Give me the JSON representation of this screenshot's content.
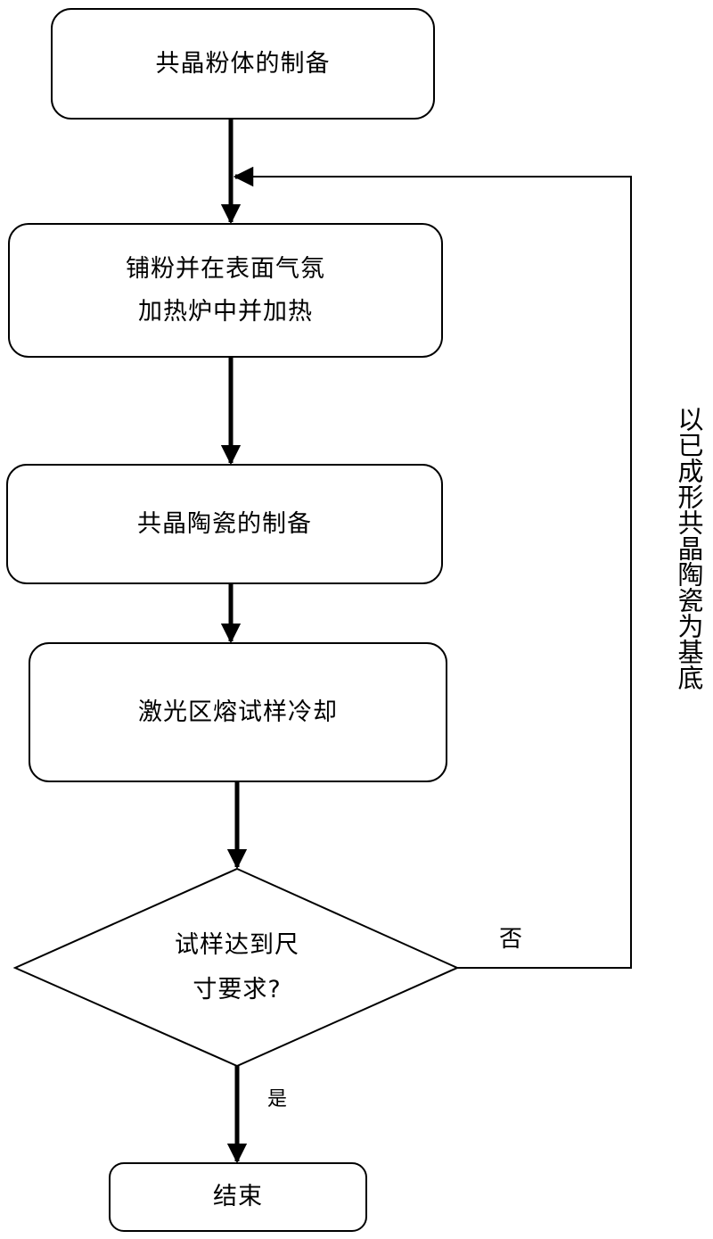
{
  "steps": {
    "powder_prep": "共晶粉体的制备",
    "spread_line1": "铺粉并在表面气氛",
    "spread_line2": "加热炉中并加热",
    "ceramic_prep": "共晶陶瓷的制备",
    "laser_cool": "激光区熔试样冷却",
    "decision_line1": "试样达到尺",
    "decision_line2": "寸要求?",
    "end": "结束"
  },
  "branch_labels": {
    "no": "否",
    "yes": "是"
  },
  "loop_label": "以已成形共晶陶瓷为基底",
  "colors": {
    "line": "#000000",
    "background": "#ffffff"
  }
}
